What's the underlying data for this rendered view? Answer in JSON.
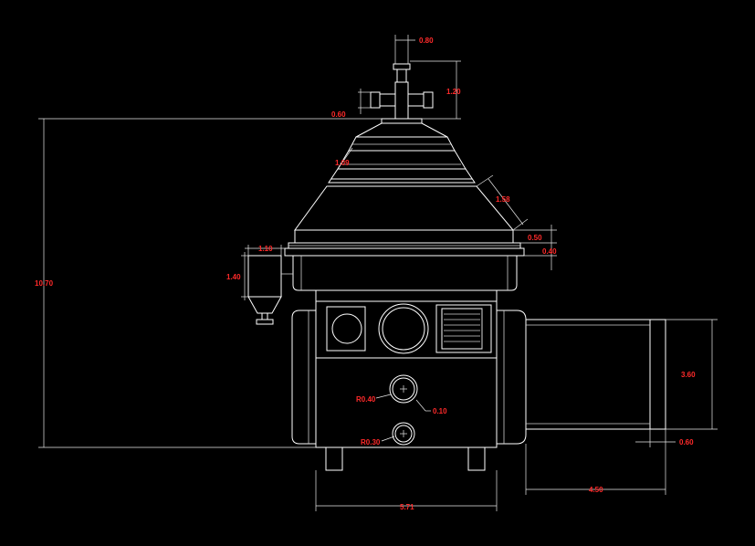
{
  "colors": {
    "background": "#000000",
    "linework": "#ffffff",
    "dimension_text": "#ff2a2a"
  },
  "dimensions": {
    "top_width": "0.80",
    "top_height": "1.20",
    "side_valve": "0.60",
    "cone_upper": "1.09",
    "cone_lower": "1.58",
    "rim_upper": "0.50",
    "rim_lower": "0.40",
    "overall_height": "10.70",
    "outlet_width": "1.10",
    "outlet_height": "1.40",
    "upper_port_radius": "R0.40",
    "port_offset": "0.10",
    "lower_port_radius": "R0.30",
    "base_width": "5.71",
    "motor_height": "3.60",
    "motor_cap": "0.60",
    "motor_length": "4.50"
  }
}
